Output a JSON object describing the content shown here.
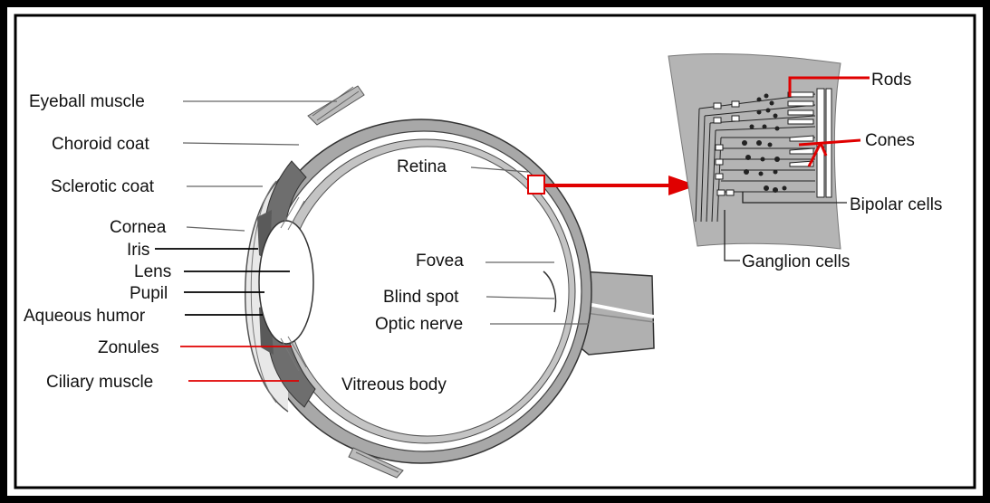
{
  "diagram": {
    "labels": {
      "eyeball_muscle": "Eyeball muscle",
      "choroid_coat": "Choroid coat",
      "sclerotic_coat": "Sclerotic coat",
      "cornea": "Cornea",
      "iris": "Iris",
      "lens": "Lens",
      "pupil": "Pupil",
      "aqueous_humor": "Aqueous humor",
      "zonules": "Zonules",
      "ciliary_muscle": "Ciliary muscle",
      "retina": "Retina",
      "fovea": "Fovea",
      "blind_spot": "Blind spot",
      "optic_nerve": "Optic nerve",
      "vitreous_body": "Vitreous body",
      "rods": "Rods",
      "cones": "Cones",
      "bipolar_cells": "Bipolar cells",
      "ganglion_cells": "Ganglion cells"
    },
    "colors": {
      "frame_outer": "#000000",
      "frame_inner": "#ffffff",
      "tissue_gray": "#a8a8a8",
      "tissue_dark": "#6e6e6e",
      "background": "#ffffff",
      "highlight_red": "#e00000",
      "retina_panel": "#b4b4b4"
    }
  }
}
